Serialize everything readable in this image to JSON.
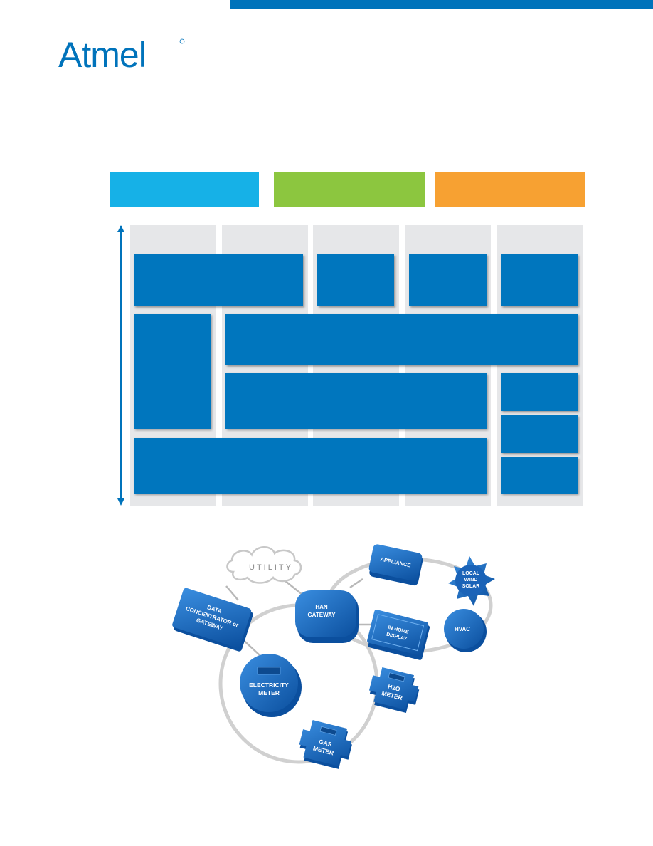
{
  "brand": {
    "name": "Atmel",
    "color": "#0073bb"
  },
  "header_bar": {
    "color": "#0073bb"
  },
  "category_headers": [
    {
      "color": "#16b1e7"
    },
    {
      "color": "#8cc63f"
    },
    {
      "color": "#f7a132"
    }
  ],
  "stack_diagram": {
    "column_color": "#e6e7e9",
    "block_color": "#0076be"
  },
  "han_diagram": {
    "utility": "UTILITY",
    "han_gateway": [
      "HAN",
      "GATEWAY"
    ],
    "data_concentrator": [
      "DATA",
      "CONCENTRATOR or",
      "GATEWAY"
    ],
    "appliance": "APPLIANCE",
    "local_wind_solar": [
      "LOCAL",
      "WIND",
      "SOLAR"
    ],
    "in_home_display": [
      "IN HOME",
      "DISPLAY"
    ],
    "hvac": "HVAC",
    "electricity_meter": [
      "ELECTRICITY",
      "METER"
    ],
    "h2o_meter": [
      "H2O",
      "METER"
    ],
    "gas_meter": [
      "GAS",
      "METER"
    ]
  }
}
